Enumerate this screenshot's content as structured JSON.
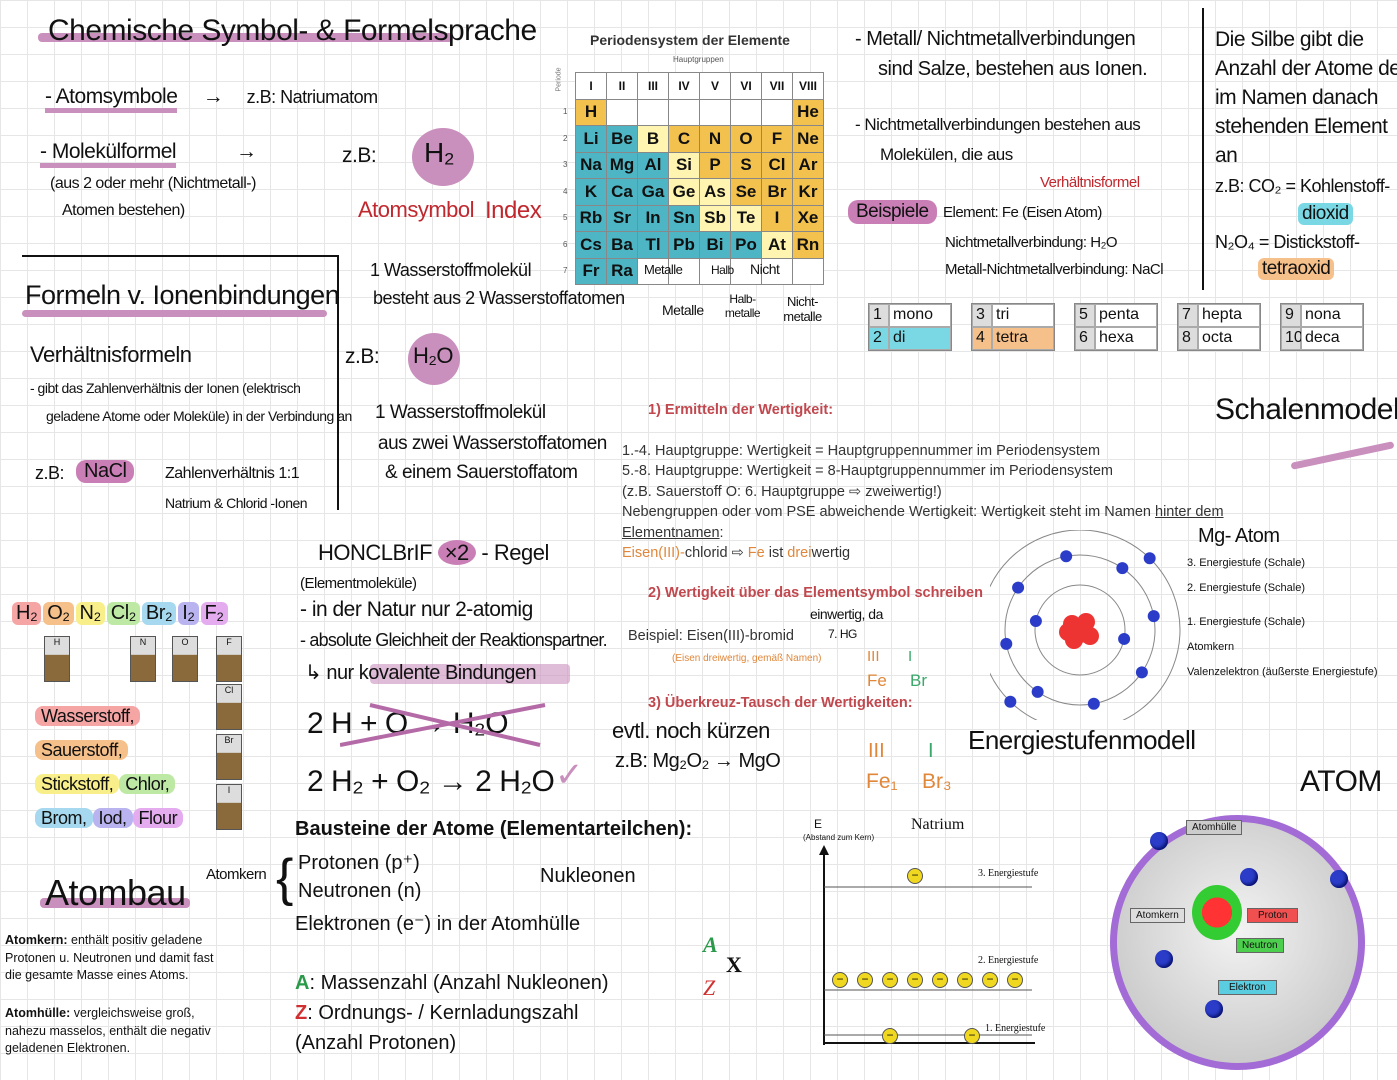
{
  "title": "Chemische Symbol- & Formelsprache",
  "atomsymbole": {
    "label": "- Atomsymbole",
    "arrow": "→",
    "example": "z.B: Natriumatom"
  },
  "molekuel": {
    "label": "- Molekülformel",
    "arrow": "→",
    "note1": "(aus 2 oder mehr (Nichtmetall-)",
    "note2": "Atomen bestehen)",
    "zb": "z.B:",
    "formula": "H₂",
    "atomsymbol": "Atomsymbol",
    "index": "Index",
    "desc1": "1 Wasserstoffmolekül",
    "desc2": "besteht aus 2 Wasserstoffatomen"
  },
  "formeln": {
    "title": "Formeln v. Ionenbindungen",
    "sub": "Verhältnisformeln",
    "desc1": "- gibt das Zahlenverhältnis der Ionen (elektrisch",
    "desc2": "geladene Atome oder Moleküle) in der Verbindung an",
    "zb": "z.B:",
    "nacl": "NaCl",
    "ratio": "Zahlenverhältnis 1:1",
    "ions": "Natrium & Chlorid -Ionen"
  },
  "h2o": {
    "zb": "z.B:",
    "formula": "H₂O",
    "d1": "1 Wasserstoffmolekül",
    "d2": "aus zwei Wasserstoffatomen",
    "d3": "& einem Sauerstoffatom"
  },
  "pse": {
    "title": "Periodensystem der Elemente",
    "subtitle": "Hauptgruppen",
    "period_label": "Periode",
    "groups": [
      "I",
      "II",
      "III",
      "IV",
      "V",
      "VI",
      "VII",
      "VIII"
    ],
    "rows": [
      [
        "H",
        "",
        "",
        "",
        "",
        "",
        "",
        "He"
      ],
      [
        "Li",
        "Be",
        "B",
        "C",
        "N",
        "O",
        "F",
        "Ne"
      ],
      [
        "Na",
        "Mg",
        "Al",
        "Si",
        "P",
        "S",
        "Cl",
        "Ar"
      ],
      [
        "K",
        "Ca",
        "Ga",
        "Ge",
        "As",
        "Se",
        "Br",
        "Kr"
      ],
      [
        "Rb",
        "Sr",
        "In",
        "Sn",
        "Sb",
        "Te",
        "I",
        "Xe"
      ],
      [
        "Cs",
        "Ba",
        "Tl",
        "Pb",
        "Bi",
        "Po",
        "At",
        "Rn"
      ],
      [
        "Fr",
        "Ra",
        "",
        "",
        "",
        "",
        "",
        ""
      ]
    ],
    "periods": [
      "1",
      "2",
      "3",
      "4",
      "5",
      "6",
      "7"
    ],
    "ann_metalle": "Metalle",
    "ann_halb": "Halb",
    "ann_nicht": "Nicht",
    "leg_metalle": "Metalle",
    "leg_halb": "Halb-metalle",
    "leg_nicht": "Nicht-metalle",
    "colors": {
      "metal": "#4db5c4",
      "half": "#fff4b0",
      "nonmetal": "#f2c14e"
    }
  },
  "salze": {
    "l1": "- Metall/ Nichtmetallverbindungen",
    "l2": "sind Salze, bestehen aus Ionen.",
    "l3": "- Nichtmetallverbindungen bestehen aus",
    "l4": "Molekülen, die aus",
    "vf": "Verhältnisformel"
  },
  "beispiele": {
    "label": "Beispiele",
    "e1": "Element: Fe (Eisen Atom)",
    "e2": "Nichtmetallverbindung: H₂O",
    "e3": "Metall-Nichtmetallverbindung: NaCl"
  },
  "silbe": {
    "l1": "Die Silbe gibt die",
    "l2": "Anzahl der Atome des",
    "l3": "im Namen danach",
    "l4": "stehenden Element",
    "l5": "an",
    "ex1a": "z.B: CO₂ = Kohlenstoff-",
    "ex1b": "dioxid",
    "ex2a": "N₂O₄ = Distickstoff-",
    "ex2b": "tetraoxid"
  },
  "prefixes": [
    [
      [
        "1",
        "mono"
      ],
      [
        "2",
        "di"
      ]
    ],
    [
      [
        "3",
        "tri"
      ],
      [
        "4",
        "tetra"
      ]
    ],
    [
      [
        "5",
        "penta"
      ],
      [
        "6",
        "hexa"
      ]
    ],
    [
      [
        "7",
        "hepta"
      ],
      [
        "8",
        "octa"
      ]
    ],
    [
      [
        "9",
        "nona"
      ],
      [
        "10",
        "deca"
      ]
    ]
  ],
  "wertigkeit": {
    "h1": "1) Ermitteln der Wertigkeit:",
    "l1": "1.-4. Hauptgruppe: Wertigkeit = Hauptgruppennummer im Periodensystem",
    "l2": "5.-8. Hauptgruppe: Wertigkeit = 8-Hauptgruppennummer im Periodensystem",
    "l3": "(z.B. Sauerstoff O: 6. Hauptgruppe ⇨ zweiwertig!)",
    "l4a": "Nebengruppen oder vom PSE abweichende Wertigkeit:  Wertigkeit steht im Namen ",
    "l4b": "hinter dem",
    "l5": "Elementnamen",
    "l5c": ":",
    "l6a": "Eisen(III)-",
    "l6b": "chlorid ⇨ ",
    "l6c": "Fe",
    "l6d": " ist ",
    "l6e": "drei",
    "l6f": "wertig",
    "h2": "2) Wertigkeit über das Elementsymbol schreiben",
    "bsp": "Beispiel: Eisen(III)-bromid",
    "note": "(Eisen dreiwertig, gemäß Namen)",
    "hw1": "einwertig, da",
    "hw2": "7. HG",
    "v1": "III",
    "v2": "I",
    "s1": "Fe",
    "s2": "Br",
    "h3": "3) Überkreuz-Tausch der Wertigkeiten:",
    "k1": "III",
    "k2": "I",
    "k3": "Fe₁",
    "k4": "Br₃",
    "kuerzen1": "evtl. noch kürzen",
    "kuerzen2": "z.B: Mg₂O₂ → MgO"
  },
  "schalen": {
    "title": "Schalenmodell",
    "mg": "Mg- Atom",
    "s3": "3. Energiestufe (Schale)",
    "s2": "2. Energiestufe (Schale)",
    "s1": "1. Energiestufe (Schale)",
    "kern": "Atomkern",
    "val": "Valenzelektron (äußerste Energiestufe)"
  },
  "honcl": {
    "title": "HONCLBrIF",
    "x2": "×2",
    "regel": "- Regel",
    "l1": "(Elementmoleküle)",
    "l2": "- in der Natur nur 2-atomig",
    "l3": "- absolute Gleichheit der Reaktionspartner.",
    "l4": "↳ nur kovalente Bindungen",
    "molecules": [
      {
        "f": "H₂",
        "c": "#f6a5a5"
      },
      {
        "f": "O₂",
        "c": "#f6c08a"
      },
      {
        "f": "N₂",
        "c": "#f8ef8a"
      },
      {
        "f": "Cl₂",
        "c": "#bde9a5"
      },
      {
        "f": "Br₂",
        "c": "#a6d9ef"
      },
      {
        "f": "I₂",
        "c": "#b9b4f0"
      },
      {
        "f": "F₂",
        "c": "#e4acef"
      }
    ],
    "elements": [
      "H",
      "N",
      "O",
      "F",
      "Cl",
      "Br",
      "I"
    ],
    "names": [
      {
        "n": "Wasserstoff,",
        "c": "#f6a5a5"
      },
      {
        "n": "Sauerstoff,",
        "c": "#f6c08a"
      },
      {
        "n": "Stickstoff,",
        "c": "#f8ef8a"
      },
      {
        "n": "Chlor,",
        "c": "#bde9a5"
      },
      {
        "n": "Brom,",
        "c": "#a6d9ef"
      },
      {
        "n": "Iod,",
        "c": "#b9b4f0"
      },
      {
        "n": "Flour",
        "c": "#e4acef"
      }
    ],
    "eq1": "2 H + O → H₂O",
    "eq2": "2 H₂ + O₂ → 2 H₂O",
    "check": "✓"
  },
  "energie": {
    "title": "Energiestufenmodell",
    "e": "E",
    "axis": "(Abstand zum Kern)",
    "element": "Natrium",
    "l3": "3. Energiestufe",
    "l2": "2. Energiestufe",
    "l1": "1. Energiestufe",
    "electrons_per_level": [
      2,
      8,
      1
    ]
  },
  "atom": {
    "title": "ATOM",
    "huelle": "Atomhülle",
    "kern": "Atomkern",
    "proton": "Proton",
    "neutron": "Neutron",
    "elektron": "Elektron"
  },
  "bausteine": {
    "title": "Bausteine der Atome (Elementarteilchen):",
    "p": "Protonen (p⁺)",
    "n": "Neutronen (n)",
    "nuk": "Nukleonen",
    "e": "Elektronen (e⁻) in der Atomhülle",
    "kern": "Atomkern"
  },
  "atombau": {
    "title": "Atombau",
    "k_b": "Atomkern:",
    "k_t": " enthält positiv geladene Protonen u. Neutronen und damit fast die gesamte Masse eines Atoms.",
    "h_b": "Atomhülle:",
    "h_t": " vergleichsweise groß, nahezu masselos, enthält die negativ geladenen Elektronen."
  },
  "notation": {
    "a": "A",
    "z": "Z",
    "x": "X",
    "la": "A",
    "ta": ": Massenzahl (Anzahl Nukleonen)",
    "lz": "Z",
    "tz": ": Ordnungs- / Kernladungszahl",
    "tz2": "(Anzahl Protonen)"
  }
}
